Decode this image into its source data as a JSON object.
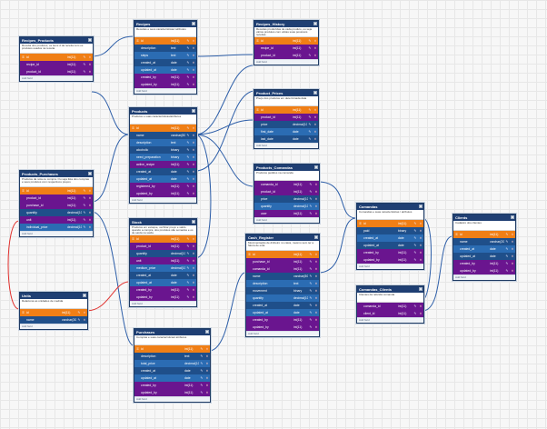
{
  "diagram": {
    "add_field_label": "Add field",
    "colors": {
      "header": "#1f3f73",
      "pk": "#f07f16",
      "fk": "#6a158f",
      "col_a": "#1f4f8a",
      "col_b": "#2b6cb3",
      "rel_a": "#2d5ea8",
      "rel_b": "#e0322f"
    },
    "tables": {
      "recipes_products": {
        "title": "Recipes_Products",
        "desc": "Receita dos produtos, os itens d da receita com os produtos usados na receita",
        "fields": [
          {
            "name": "id",
            "type": "int(11)",
            "kind": "pk"
          },
          {
            "name": "recipe_id",
            "type": "int(11)",
            "kind": "fk"
          },
          {
            "name": "product_id",
            "type": "int(11)",
            "kind": "fk"
          }
        ]
      },
      "recipes": {
        "title": "Recipes",
        "desc": "Receitas e seus características/ atributos",
        "fields": [
          {
            "name": "id",
            "type": "int(11)",
            "kind": "pk"
          },
          {
            "name": "description",
            "type": "text",
            "kind": "col"
          },
          {
            "name": "steps",
            "type": "text",
            "kind": "col"
          },
          {
            "name": "created_at",
            "type": "date",
            "kind": "col"
          },
          {
            "name": "updated_at",
            "type": "date",
            "kind": "col"
          },
          {
            "name": "created_by",
            "type": "int(11)",
            "kind": "fk"
          },
          {
            "name": "updated_by",
            "type": "int(11)",
            "kind": "fk"
          }
        ]
      },
      "recipes_history": {
        "title": "Recipes_History",
        "desc": "Receitas produzidas de cada produto, ou seja vários produtos com várias suas possíveis receitas",
        "fields": [
          {
            "name": "id",
            "type": "int(11)",
            "kind": "pk"
          },
          {
            "name": "recipe_id",
            "type": "int(11)",
            "kind": "fk"
          },
          {
            "name": "product_id",
            "type": "int(11)",
            "kind": "fk"
          }
        ]
      },
      "products": {
        "title": "Products",
        "desc": "Produtos e suas características/atributos",
        "fields": [
          {
            "name": "id",
            "type": "int(11)",
            "kind": "pk"
          },
          {
            "name": "name",
            "type": "varchar(80)",
            "kind": "col"
          },
          {
            "name": "description",
            "type": "text",
            "kind": "col"
          },
          {
            "name": "alcoholic",
            "type": "binary",
            "kind": "col"
          },
          {
            "name": "need_preparation",
            "type": "binary",
            "kind": "col"
          },
          {
            "name": "active_recipe",
            "type": "int(11)",
            "kind": "fk"
          },
          {
            "name": "created_at",
            "type": "date",
            "kind": "col"
          },
          {
            "name": "updated_at",
            "type": "date",
            "kind": "col"
          },
          {
            "name": "registered_by",
            "type": "int(11)",
            "kind": "fk"
          },
          {
            "name": "updated_by",
            "type": "int(11)",
            "kind": "fk"
          }
        ]
      },
      "product_prices": {
        "title": "Product_Prices",
        "desc": "Preço dos produtos em determinada data",
        "fields": [
          {
            "name": "id",
            "type": "int(11)",
            "kind": "pk"
          },
          {
            "name": "product_id",
            "type": "int(11)",
            "kind": "fk"
          },
          {
            "name": "price",
            "type": "decimal(10,2)",
            "kind": "col"
          },
          {
            "name": "first_date",
            "type": "date",
            "kind": "col"
          },
          {
            "name": "last_date",
            "type": "date",
            "kind": "col"
          }
        ]
      },
      "products_comandas": {
        "title": "Products_Comandas",
        "desc": "Produtos pedidos na comanda",
        "fields": [
          {
            "name": "comanda_id",
            "type": "int(11)",
            "kind": "fk"
          },
          {
            "name": "product_id",
            "type": "int(11)",
            "kind": "fk"
          },
          {
            "name": "price",
            "type": "decimal(10,2)",
            "kind": "col"
          },
          {
            "name": "quantity",
            "type": "decimal(10,2)",
            "kind": "col"
          },
          {
            "name": "user",
            "type": "int(11)",
            "kind": "fk"
          }
        ]
      },
      "products_purchases": {
        "title": "Products_Purchases",
        "desc": "Produtos da nota ou compra. Ou seja lista dos compras e seus produtos com respectivos preços",
        "fields": [
          {
            "name": "id",
            "type": "int(11)",
            "kind": "pk"
          },
          {
            "name": "product_id",
            "type": "int(11)",
            "kind": "fk"
          },
          {
            "name": "purchase_id",
            "type": "int(11)",
            "kind": "fk"
          },
          {
            "name": "quantity",
            "type": "decimal(10,2)",
            "kind": "col"
          },
          {
            "name": "unit",
            "type": "int(11)",
            "kind": "fk"
          },
          {
            "name": "individual_price",
            "type": "decimal(10,2)",
            "kind": "col"
          }
        ]
      },
      "stock": {
        "title": "Stock",
        "desc": "Produtos em estoque, verificar preço e saldo quando a compra, dos produtos são somados e os de saída na saída",
        "fields": [
          {
            "name": "id",
            "type": "int(11)",
            "kind": "pk"
          },
          {
            "name": "product_id",
            "type": "int(11)",
            "kind": "fk"
          },
          {
            "name": "quantity",
            "type": "decimal(10,2)",
            "kind": "col"
          },
          {
            "name": "unit",
            "type": "int(11)",
            "kind": "fk"
          },
          {
            "name": "medium_price",
            "type": "decimal(10,2)",
            "kind": "col"
          },
          {
            "name": "created_at",
            "type": "date",
            "kind": "col"
          },
          {
            "name": "updated_at",
            "type": "date",
            "kind": "col"
          },
          {
            "name": "created_by",
            "type": "int(11)",
            "kind": "fk"
          },
          {
            "name": "updated_by",
            "type": "int(11)",
            "kind": "fk"
          }
        ]
      },
      "units": {
        "title": "Units",
        "desc": "Relaciona as unidades de medida",
        "fields": [
          {
            "name": "id",
            "type": "int(11)",
            "kind": "pk"
          },
          {
            "name": "name",
            "type": "varchar(30)",
            "kind": "col"
          }
        ]
      },
      "purchases": {
        "title": "Purchases",
        "desc": "Compras e suas características/ atributos",
        "fields": [
          {
            "name": "id",
            "type": "int(11)",
            "kind": "pk"
          },
          {
            "name": "description",
            "type": "text",
            "kind": "col"
          },
          {
            "name": "total_price",
            "type": "decimal(10,2)",
            "kind": "col"
          },
          {
            "name": "created_at",
            "type": "date",
            "kind": "col"
          },
          {
            "name": "updated_at",
            "type": "date",
            "kind": "col"
          },
          {
            "name": "created_by",
            "type": "int(11)",
            "kind": "fk"
          },
          {
            "name": "updated_by",
            "type": "int(11)",
            "kind": "fk"
          }
        ]
      },
      "cash_register": {
        "title": "Cash_Register",
        "desc": "Movimentação de dinheiro no caixa, mesmo sem ter a fatura de esta",
        "fields": [
          {
            "name": "id",
            "type": "int(11)",
            "kind": "pk"
          },
          {
            "name": "purchase_id",
            "type": "int(11)",
            "kind": "fk"
          },
          {
            "name": "comanda_id",
            "type": "int(11)",
            "kind": "fk"
          },
          {
            "name": "name",
            "type": "varchar(80)",
            "kind": "col"
          },
          {
            "name": "description",
            "type": "text",
            "kind": "col"
          },
          {
            "name": "movement",
            "type": "binary",
            "kind": "col"
          },
          {
            "name": "quantity",
            "type": "decimal(10,2)",
            "kind": "col"
          },
          {
            "name": "created_at",
            "type": "date",
            "kind": "col"
          },
          {
            "name": "updated_at",
            "type": "date",
            "kind": "col"
          },
          {
            "name": "created_by",
            "type": "int(11)",
            "kind": "fk"
          },
          {
            "name": "updated_by",
            "type": "int(11)",
            "kind": "fk"
          }
        ]
      },
      "comandas": {
        "title": "Comandas",
        "desc": "Comandas e suas características / atributos",
        "fields": [
          {
            "name": "id",
            "type": "int(11)",
            "kind": "pk"
          },
          {
            "name": "paid",
            "type": "binary",
            "kind": "col"
          },
          {
            "name": "created_at",
            "type": "date",
            "kind": "col"
          },
          {
            "name": "updated_at",
            "type": "date",
            "kind": "col"
          },
          {
            "name": "created_by",
            "type": "int(11)",
            "kind": "fk"
          },
          {
            "name": "updated_by",
            "type": "int(11)",
            "kind": "fk"
          }
        ]
      },
      "comandas_clients": {
        "title": "Comandas_Clients",
        "desc": "Clientes da referida comanda",
        "fields": [
          {
            "name": "comanda_id",
            "type": "int(11)",
            "kind": "fk"
          },
          {
            "name": "client_id",
            "type": "int(11)",
            "kind": "fk"
          }
        ]
      },
      "clients": {
        "title": "Clients",
        "desc": "Cadastro dos clientes",
        "fields": [
          {
            "name": "id",
            "type": "int(11)",
            "kind": "pk"
          },
          {
            "name": "name",
            "type": "varchar(20)",
            "kind": "col"
          },
          {
            "name": "created_at",
            "type": "date",
            "kind": "col"
          },
          {
            "name": "updated_at",
            "type": "date",
            "kind": "col"
          },
          {
            "name": "created_by",
            "type": "int(11)",
            "kind": "fk"
          },
          {
            "name": "updated_by",
            "type": "int(11)",
            "kind": "fk"
          }
        ]
      }
    }
  }
}
